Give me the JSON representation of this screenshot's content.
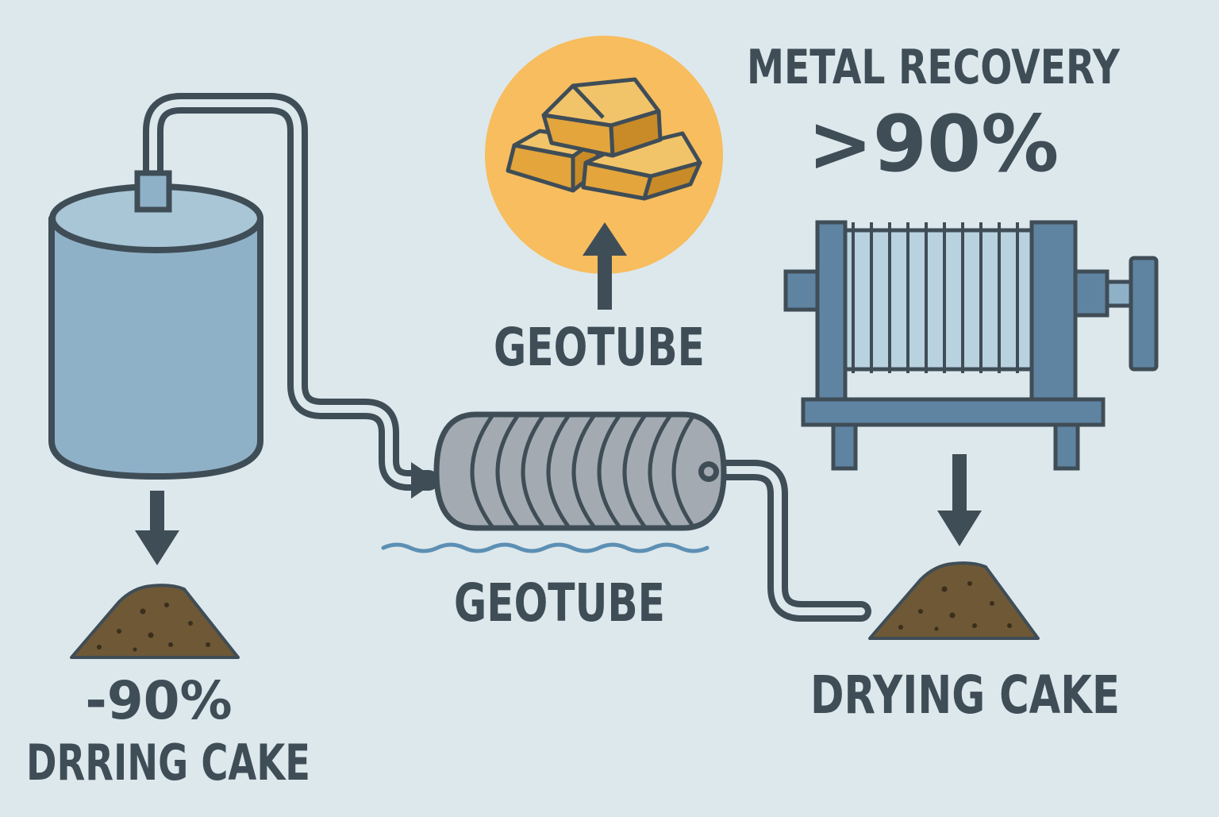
{
  "labels": {
    "metal_recovery_title": "METAL RECOVERY",
    "metal_recovery_value": ">90%",
    "geotube_top": "GEOTUBE",
    "geotube_bottom": "GEOTUBE",
    "left_percent": "-90%",
    "left_cake": "DRRING CAKE",
    "right_cake": "DRYING CAKE"
  },
  "icons": {
    "tank": "storage-tank-icon",
    "geotube": "geotube-icon",
    "gold": "gold-bars-icon",
    "filter_press": "filter-press-icon",
    "cake": "sludge-pile-icon"
  },
  "colors": {
    "background": "#dde8ec",
    "outline": "#3f4d57",
    "tank_fill": "#8fb1c8",
    "tank_top": "#a9c6d7",
    "geotube_fill": "#a3aab2",
    "gold_circle": "#f7bd5e",
    "gold_bar": "#e3a53c",
    "press_frame": "#5f84a2",
    "press_plates": "#b9d2df",
    "cake_fill": "#6e5836",
    "water": "#5c8fb3"
  }
}
